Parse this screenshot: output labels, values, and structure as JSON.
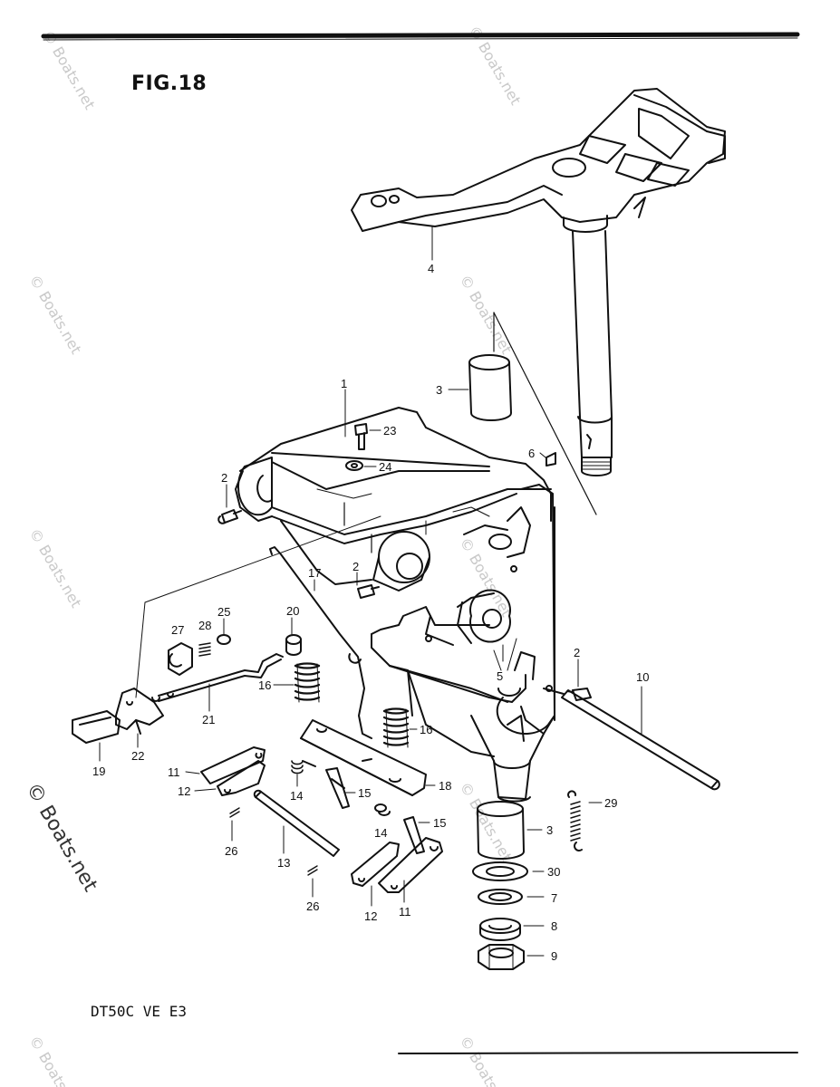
{
  "figure": {
    "title": "FIG.18"
  },
  "model_code": "DT50C VE E3",
  "watermark": {
    "text": "© Boats.net",
    "color": "#c9c9c9",
    "main_color": "#333333"
  },
  "callouts": [
    {
      "id": "4",
      "label": "4"
    },
    {
      "id": "3a",
      "label": "3"
    },
    {
      "id": "1",
      "label": "1"
    },
    {
      "id": "23",
      "label": "23"
    },
    {
      "id": "24",
      "label": "24"
    },
    {
      "id": "6",
      "label": "6"
    },
    {
      "id": "2a",
      "label": "2"
    },
    {
      "id": "2b",
      "label": "2"
    },
    {
      "id": "17",
      "label": "17"
    },
    {
      "id": "27",
      "label": "27"
    },
    {
      "id": "28",
      "label": "28"
    },
    {
      "id": "25",
      "label": "25"
    },
    {
      "id": "20",
      "label": "20"
    },
    {
      "id": "16a",
      "label": "16"
    },
    {
      "id": "21",
      "label": "21"
    },
    {
      "id": "5",
      "label": "5"
    },
    {
      "id": "2c",
      "label": "2"
    },
    {
      "id": "10",
      "label": "10"
    },
    {
      "id": "16b",
      "label": "16"
    },
    {
      "id": "19",
      "label": "19"
    },
    {
      "id": "22",
      "label": "22"
    },
    {
      "id": "11a",
      "label": "11"
    },
    {
      "id": "12a",
      "label": "12"
    },
    {
      "id": "14a",
      "label": "14"
    },
    {
      "id": "15a",
      "label": "15"
    },
    {
      "id": "18",
      "label": "18"
    },
    {
      "id": "29",
      "label": "29"
    },
    {
      "id": "14b",
      "label": "14"
    },
    {
      "id": "15b",
      "label": "15"
    },
    {
      "id": "3b",
      "label": "3"
    },
    {
      "id": "26a",
      "label": "26"
    },
    {
      "id": "13",
      "label": "13"
    },
    {
      "id": "30",
      "label": "30"
    },
    {
      "id": "7",
      "label": "7"
    },
    {
      "id": "26b",
      "label": "26"
    },
    {
      "id": "12b",
      "label": "12"
    },
    {
      "id": "11b",
      "label": "11"
    },
    {
      "id": "8",
      "label": "8"
    },
    {
      "id": "9",
      "label": "9"
    }
  ]
}
